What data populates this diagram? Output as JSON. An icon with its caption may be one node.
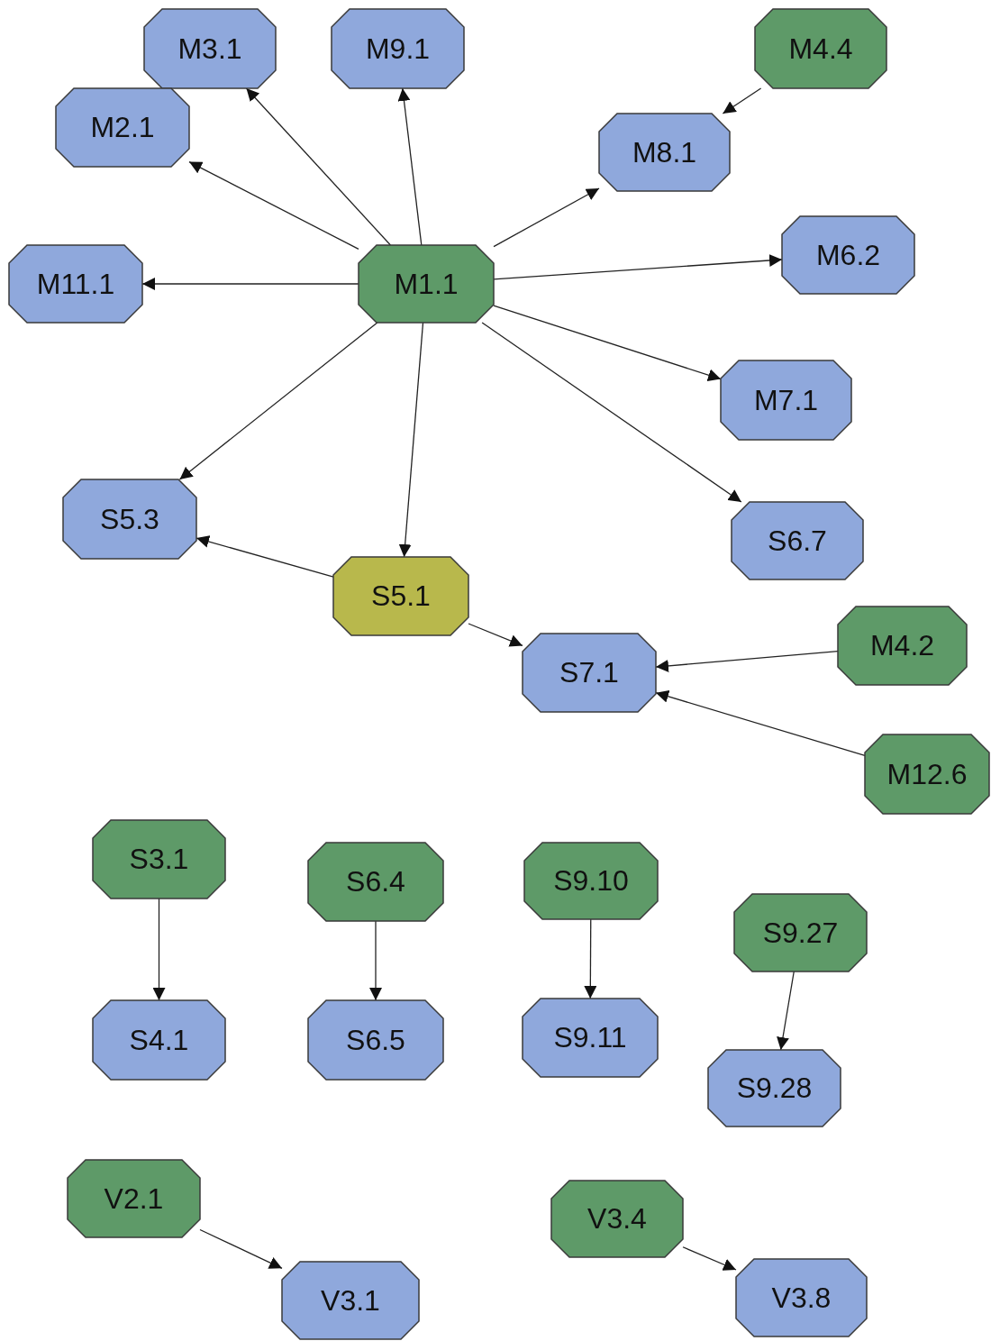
{
  "diagram": {
    "nodes": [
      {
        "text": [
          "M3.1"
        ]
      },
      {
        "text": [
          "M9.1"
        ]
      },
      {
        "text": [
          "M4.4"
        ]
      },
      {
        "text": [
          "M2.1"
        ]
      },
      {
        "text": [
          "M8.1"
        ]
      },
      {
        "text": [
          "M11.1"
        ]
      },
      {
        "text": [
          "M1.1"
        ]
      },
      {
        "text": [
          "M6.2"
        ]
      },
      {
        "text": [
          "M7.1"
        ]
      },
      {
        "text": [
          "S5.3"
        ]
      },
      {
        "text": [
          "S6.7"
        ]
      },
      {
        "text": [
          "S5.1"
        ]
      },
      {
        "text": [
          "S7.1"
        ]
      },
      {
        "text": [
          "M4.2"
        ]
      },
      {
        "text": [
          "M12.6"
        ]
      },
      {
        "text": [
          "S3.1"
        ]
      },
      {
        "text": [
          "S6.4"
        ]
      },
      {
        "text": [
          "S9.10"
        ]
      },
      {
        "text": [
          "S9.27"
        ]
      },
      {
        "text": [
          "S4.1"
        ]
      },
      {
        "text": [
          "S6.5"
        ]
      },
      {
        "text": [
          "S9.11"
        ]
      },
      {
        "text": [
          "S9.28"
        ]
      },
      {
        "text": [
          "V2.1"
        ]
      },
      {
        "text": [
          "V3.4"
        ]
      },
      {
        "text": [
          "V3.1"
        ]
      },
      {
        "text": [
          "V3.8"
        ]
      }
    ],
    "edges": [
      {
        "from": 6,
        "to": 0,
        "arrow": "to"
      },
      {
        "from": 6,
        "to": 1,
        "arrow": "to"
      },
      {
        "from": 6,
        "to": 3,
        "arrow": "to"
      },
      {
        "from": 6,
        "to": 4,
        "arrow": "to"
      },
      {
        "from": 2,
        "to": 4,
        "arrow": "to"
      },
      {
        "from": 6,
        "to": 5,
        "arrow": "to"
      },
      {
        "from": 6,
        "to": 7,
        "arrow": "to"
      },
      {
        "from": 6,
        "to": 8,
        "arrow": "to"
      },
      {
        "from": 6,
        "to": 9,
        "arrow": "to"
      },
      {
        "from": 6,
        "to": 10,
        "arrow": "to"
      },
      {
        "from": 6,
        "to": 11,
        "arrow": "to"
      },
      {
        "from": 11,
        "to": 9,
        "arrow": "to"
      },
      {
        "from": 11,
        "to": 12,
        "arrow": "to"
      },
      {
        "from": 13,
        "to": 12,
        "arrow": "to"
      },
      {
        "from": 14,
        "to": 12,
        "arrow": "to"
      },
      {
        "from": 15,
        "to": 19,
        "arrow": "to"
      },
      {
        "from": 16,
        "to": 20,
        "arrow": "to"
      },
      {
        "from": 17,
        "to": 21,
        "arrow": "to"
      },
      {
        "from": 18,
        "to": 22,
        "arrow": "to"
      },
      {
        "from": 23,
        "to": 25,
        "arrow": "to"
      },
      {
        "from": 24,
        "to": 26,
        "arrow": "to"
      }
    ]
  }
}
